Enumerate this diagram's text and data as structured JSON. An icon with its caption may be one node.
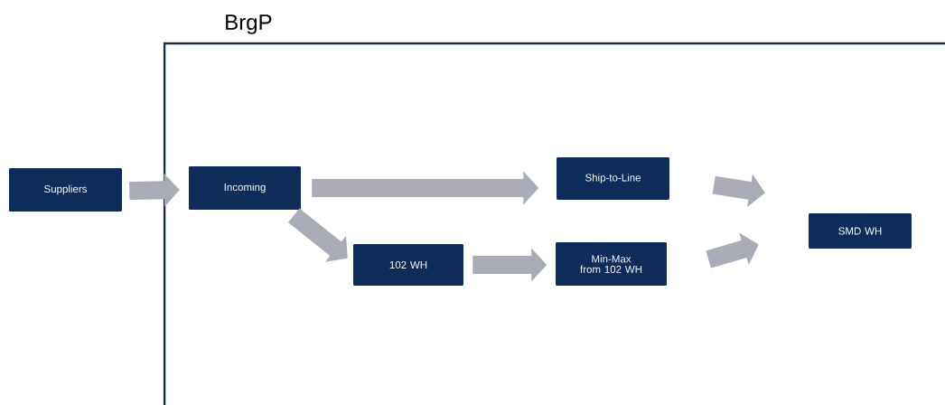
{
  "diagram": {
    "nodes": [
      {
        "text": [
          "BrgP"
        ]
      },
      {
        "text": [
          "Suppliers"
        ]
      },
      {
        "text": [
          "Incoming"
        ],
        "in": 0
      },
      {
        "text": [
          "Ship-to-Line"
        ],
        "in": 0
      },
      {
        "text": [
          "102 WH"
        ],
        "in": 0
      },
      {
        "text": [
          "Min-Max from 102 WH"
        ],
        "in": 0
      },
      {
        "text": [
          "SMD WH"
        ],
        "in": 0
      }
    ],
    "edges": [
      {
        "from": 1,
        "to": 2,
        "arrow": "to"
      },
      {
        "from": 2,
        "to": 3,
        "arrow": "to"
      },
      {
        "from": 2,
        "to": 4,
        "arrow": "to"
      },
      {
        "from": 4,
        "to": 5,
        "arrow": "to"
      },
      {
        "from": 3,
        "to": 6,
        "arrow": "to"
      },
      {
        "from": 5,
        "to": 6,
        "arrow": "to"
      }
    ]
  }
}
